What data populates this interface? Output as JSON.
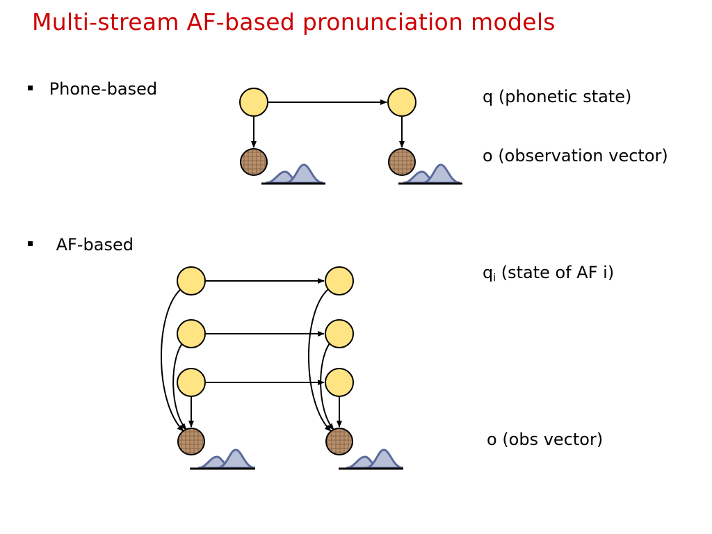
{
  "slide": {
    "title": "Multi-stream AF-based pronunciation models",
    "bullets": {
      "phone_based": "Phone-based",
      "af_based": "AF-based"
    },
    "labels": {
      "phonetic_state": "q (phonetic state)",
      "observation_vector": "o (observation vector)",
      "af_state_q": "q",
      "af_state_sub": "i",
      "af_state_rest": " (state of AF i)",
      "obs_vector": "o (obs vector)"
    }
  },
  "colors": {
    "title": "#cc0000",
    "hidden_node_fill": "#ffe484",
    "observed_node_fill": "#b8906c",
    "gaussian_fill": "#b8c0d8",
    "gaussian_stroke": "#5c6a9c"
  }
}
